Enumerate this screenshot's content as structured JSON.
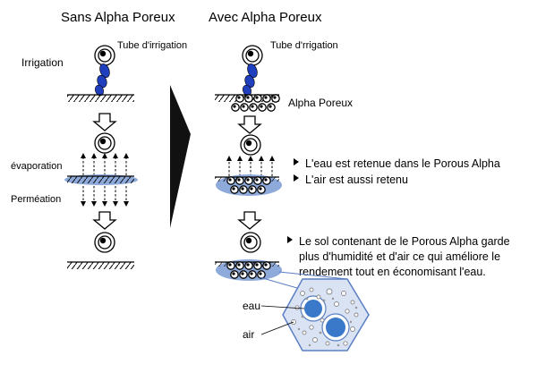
{
  "left": {
    "title": "Sans Alpha Poreux",
    "tube_label": "Tube d'irrigation",
    "irrigation_label": "Irrigation",
    "evaporation_label": "évaporation",
    "permeation_label": "Perméation"
  },
  "right": {
    "title": "Avec Alpha Poreux",
    "tube_label": "Tube d'rrigation",
    "alpha_label": "Alpha Poreux",
    "notes": [
      "L'eau est retenue dans le Porous Alpha",
      "L'air est aussi retenu"
    ],
    "note_big": [
      "Le sol contenant de le Porous Alpha garde",
      "plus d'humidité et d'air ce qui améliore le",
      "rendement tout en économisant l'eau."
    ],
    "eau_label": "eau",
    "air_label": "air"
  },
  "colors": {
    "accent_blue": "#1f3fbf",
    "soil_blue": "#8eaadb",
    "pore_blue": "#3a78c9",
    "outline": "#000000"
  },
  "icons": {
    "bullet": "triangle-right-icon",
    "flow_arrow": "hollow-down-arrow-icon"
  }
}
